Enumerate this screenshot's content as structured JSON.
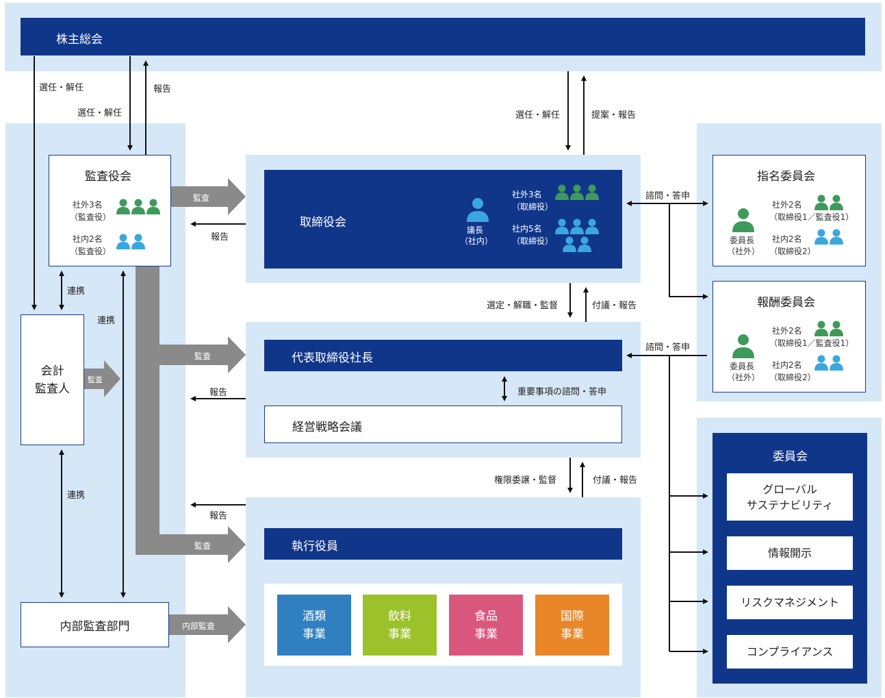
{
  "shareholders": {
    "title": "株主総会"
  },
  "auditboard": {
    "title": "監査役会",
    "outside": {
      "label": "社外3名",
      "role": "（監査役）"
    },
    "inside": {
      "label": "社内2名",
      "role": "（監査役）"
    }
  },
  "board": {
    "title": "取締役会",
    "chair": {
      "label": "議長",
      "sub": "（社内）"
    },
    "outside": {
      "label": "社外3名",
      "role": "（取締役）"
    },
    "inside": {
      "label": "社内5名",
      "role": "（取締役）"
    }
  },
  "auditor": {
    "title": "会計\n監査人"
  },
  "president": {
    "title": "代表取締役社長"
  },
  "strategy": {
    "title": "経営戦略会議"
  },
  "officers": {
    "title": "執行役員"
  },
  "internal_audit": {
    "title": "内部監査部門"
  },
  "businesses": [
    {
      "label": "酒類\n事業",
      "color": "#2f7fc1"
    },
    {
      "label": "飲料\n事業",
      "color": "#9cc12b"
    },
    {
      "label": "食品\n事業",
      "color": "#d9567d"
    },
    {
      "label": "国際\n事業",
      "color": "#e88628"
    }
  ],
  "nomination": {
    "title": "指名委員会",
    "chair": {
      "label": "委員長",
      "sub": "（社外）"
    },
    "outside": {
      "label": "社外2名",
      "role": "（取締役1／監査役1）"
    },
    "inside": {
      "label": "社内2名",
      "role": "（取締役2）"
    }
  },
  "remuneration": {
    "title": "報酬委員会",
    "chair": {
      "label": "委員長",
      "sub": "（社外）"
    },
    "outside": {
      "label": "社外2名",
      "role": "（取締役1／監査役1）"
    },
    "inside": {
      "label": "社内2名",
      "role": "（取締役2）"
    }
  },
  "committees": {
    "title": "委員会",
    "items": [
      "グローバル\nサステナビリティ",
      "情報開示",
      "リスクマネジメント",
      "コンプライアンス"
    ]
  },
  "labels": {
    "elect1": "選任・解任",
    "elect2": "選任・解任",
    "report_sh": "報告",
    "elect3": "選任・解任",
    "propose": "提案・報告",
    "consult1": "諮問・答申",
    "consult2": "諮問・答申",
    "audit1": "監査",
    "report1": "報告",
    "audit2": "監査",
    "report2": "報告",
    "audit3": "監査",
    "report3": "報告",
    "audit_acc": "監査",
    "internal": "内部監査",
    "link1": "連携",
    "link2": "連携",
    "link3": "連携",
    "select": "選定・解職・監督",
    "resolve1": "付議・報告",
    "important": "重要事項の諮問・答申",
    "delegate": "権限委譲・監督",
    "resolve2": "付議・報告"
  },
  "colors": {
    "navy": "#10368a",
    "light_blue": "#d6e8f7",
    "green": "#3e9a5a",
    "sky": "#3aa7df",
    "gray_arrow": "#8a8a8a"
  }
}
